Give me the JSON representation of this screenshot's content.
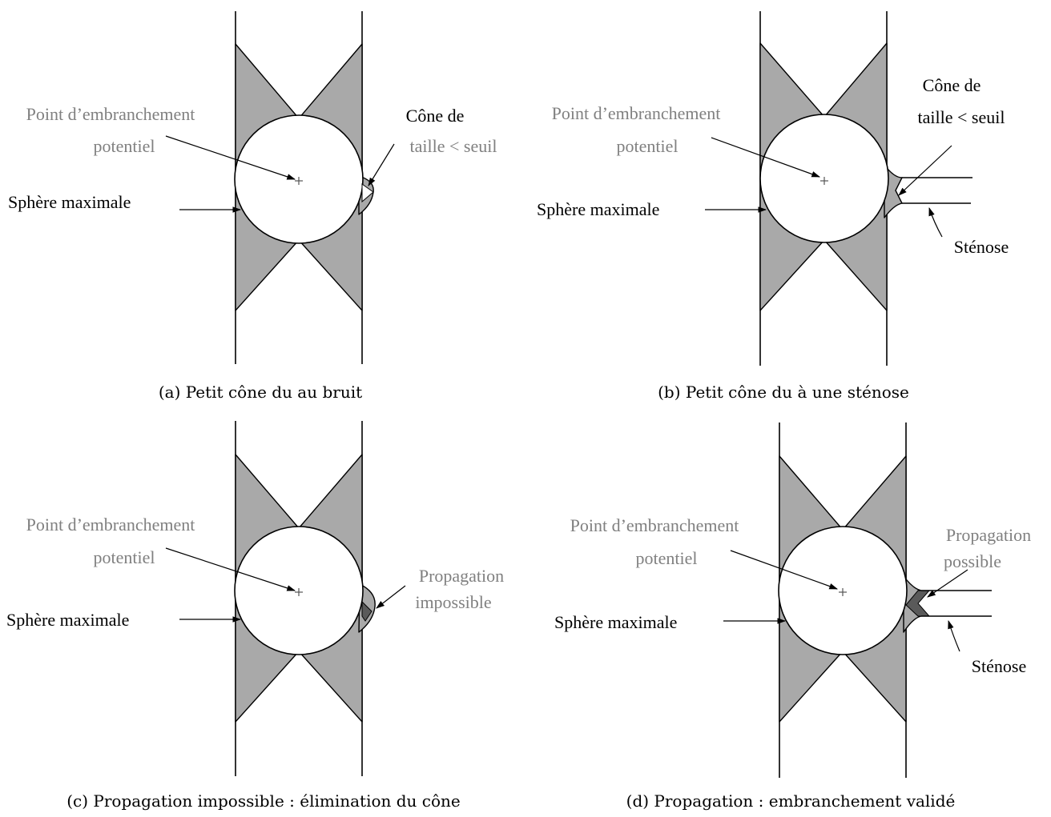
{
  "panels": {
    "a": {
      "branch_point_line1": "Point d’embranchement",
      "branch_point_line2": "potentiel",
      "max_sphere": "Sphère maximale",
      "cone_line1": "Cône de",
      "cone_line2": "taille < seuil",
      "caption": "(a) Petit cône du au bruit"
    },
    "b": {
      "branch_point_line1": "Point d’embranchement",
      "branch_point_line2": "potentiel",
      "max_sphere": "Sphère maximale",
      "cone_line1": "Cône de",
      "cone_line2": "taille < seuil",
      "stenosis": "Sténose",
      "caption": "(b) Petit cône du à une sténose"
    },
    "c": {
      "branch_point_line1": "Point d’embranchement",
      "branch_point_line2": "potentiel",
      "max_sphere": "Sphère maximale",
      "propagation_line1": "Propagation",
      "propagation_line2": "impossible",
      "caption": "(c) Propagation impossible : élimination du cône"
    },
    "d": {
      "branch_point_line1": "Point d’embranchement",
      "branch_point_line2": "potentiel",
      "max_sphere": "Sphère maximale",
      "propagation_line1": "Propagation",
      "propagation_line2": "possible",
      "stenosis": "Sténose",
      "caption": "(d) Propagation : embranchement validé"
    }
  },
  "colors": {
    "cone_fill": "#a9a9a9",
    "propagation_fill": "#5a5a5a",
    "gray_text": "#808080"
  }
}
